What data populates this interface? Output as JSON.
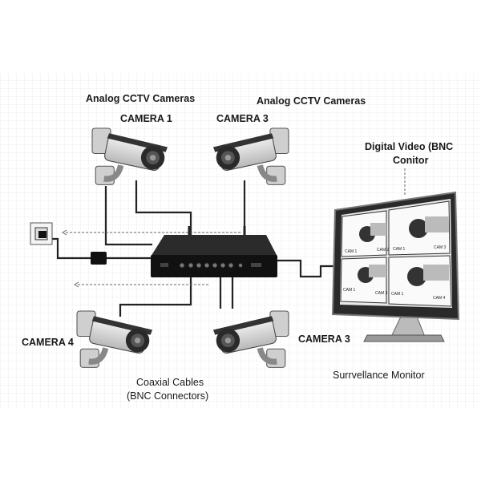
{
  "labels": {
    "top_left_group": "Analog CCTV Cameras",
    "top_right_group": "Analog CCTV Cameras",
    "camera_1": "CAMERA 1",
    "camera_3_top": "CAMERA 3",
    "camera_4": "CAMERA 4",
    "camera_3_bottom": "CAMERA 3",
    "monitor_line1": "Digital Video (BNC",
    "monitor_line2": "Conitor",
    "cables_line1": "Coaxial Cables",
    "cables_line2": "(BNC Connectors)",
    "monitor_caption": "Surrvellance Monitor"
  },
  "monitor_tiles": [
    {
      "left": "CAM 1",
      "right": "CAM 2"
    },
    {
      "left": "CAM 1",
      "right": "CAM 3"
    },
    {
      "left": "CAM 1",
      "right": "CAM 3"
    },
    {
      "left": "CAM 1",
      "right": "CAM 4"
    }
  ],
  "colors": {
    "grid": "#e6e6e6",
    "device": "#1c1c1c",
    "cable": "#222222",
    "camera_body": "#d9d9d9"
  }
}
